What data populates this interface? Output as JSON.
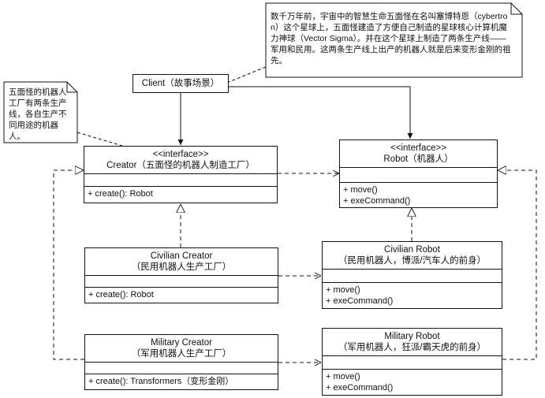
{
  "notes": {
    "story": "数千万年前，宇宙中的智慧生命五面怪在名叫塞博特恩（cybertron）这个星球上，五面怪建造了方便自己制造的星球核心计算机魔力神球（Vector Sigma）。并在这个星球上制造了两条生产线——军用和民用。这两条生产线上出产的机器人就是后来变形金刚的祖先。",
    "factory": "五面怪的机器人工厂有两条生产线，各自生产不同用途的机器人。"
  },
  "client": {
    "title": "Client（故事场景）"
  },
  "creator": {
    "stereotype": "<<interface>>",
    "name": "Creator（五面怪的机器人制造工厂）",
    "methods": [
      "+ create(): Robot"
    ]
  },
  "robot": {
    "stereotype": "<<interface>>",
    "name": "Robot（机器人）",
    "methods": [
      "+ move()",
      "+ exeCommand()"
    ]
  },
  "civilian_creator": {
    "name": "Civilian Creator",
    "subtitle": "（民用机器人生产工厂）",
    "methods": [
      "+ create(): Robot"
    ]
  },
  "civilian_robot": {
    "name": "Civilian Robot",
    "subtitle": "（民用机器人，博派/汽车人的前身）",
    "methods": [
      "+ move()",
      "+ exeCommand()"
    ]
  },
  "military_creator": {
    "name": "Military Creator",
    "subtitle": "（军用机器人生产工厂）",
    "methods": [
      "+ create(): Transformers（变形金刚）"
    ]
  },
  "military_robot": {
    "name": "Military Robot",
    "subtitle": "（军用机器人，狂派/霸天虎的前身）",
    "methods": [
      "+ move()",
      "+ exeCommand()"
    ]
  }
}
